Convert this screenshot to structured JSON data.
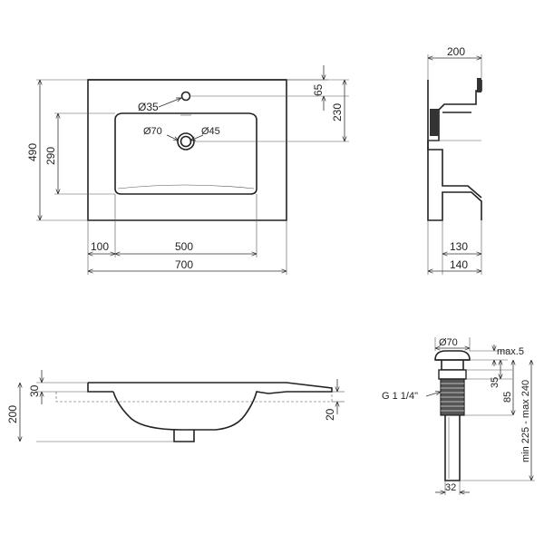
{
  "top_view": {
    "overflow_dia": "Ø35",
    "drain_outer_dia": "Ø70",
    "drain_inner_dia": "Ø45",
    "dim_total_depth": "490",
    "dim_bowl_depth": "290",
    "dim_tap_offset": "65",
    "dim_tap_to_drain": "230",
    "dim_left_offset": "100",
    "dim_bowl_width": "500",
    "dim_total_width": "700"
  },
  "side_view": {
    "dim_depth": "200",
    "dim_bowl": "130",
    "dim_base": "140"
  },
  "front_view": {
    "dim_rim": "30",
    "dim_height": "200",
    "dim_lip": "20"
  },
  "drain_detail": {
    "cap_dia": "Ø70",
    "cap_height": "max.5",
    "dim_body": "35",
    "dim_thread": "85",
    "dim_range": "min 225 - max 240",
    "thread_label": "G 1 1/4\"",
    "pipe_dia": "32"
  }
}
